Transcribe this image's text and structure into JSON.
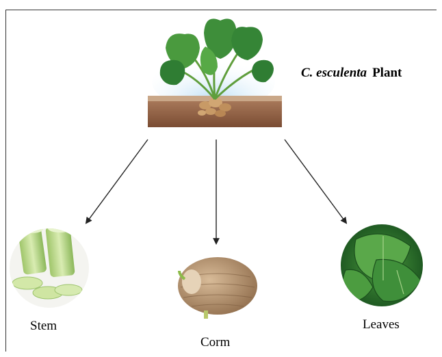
{
  "title": {
    "genus": "C. esculenta",
    "rest": "Plant"
  },
  "parts": [
    {
      "label": "Stem"
    },
    {
      "label": "Corm"
    },
    {
      "label": "Leaves"
    }
  ],
  "colors": {
    "soil": "#8a5a3c",
    "leaf": "#3f8f3a",
    "stem": "#bcd88a",
    "corm": "#b9946d",
    "sky": "#cfe6f6"
  }
}
